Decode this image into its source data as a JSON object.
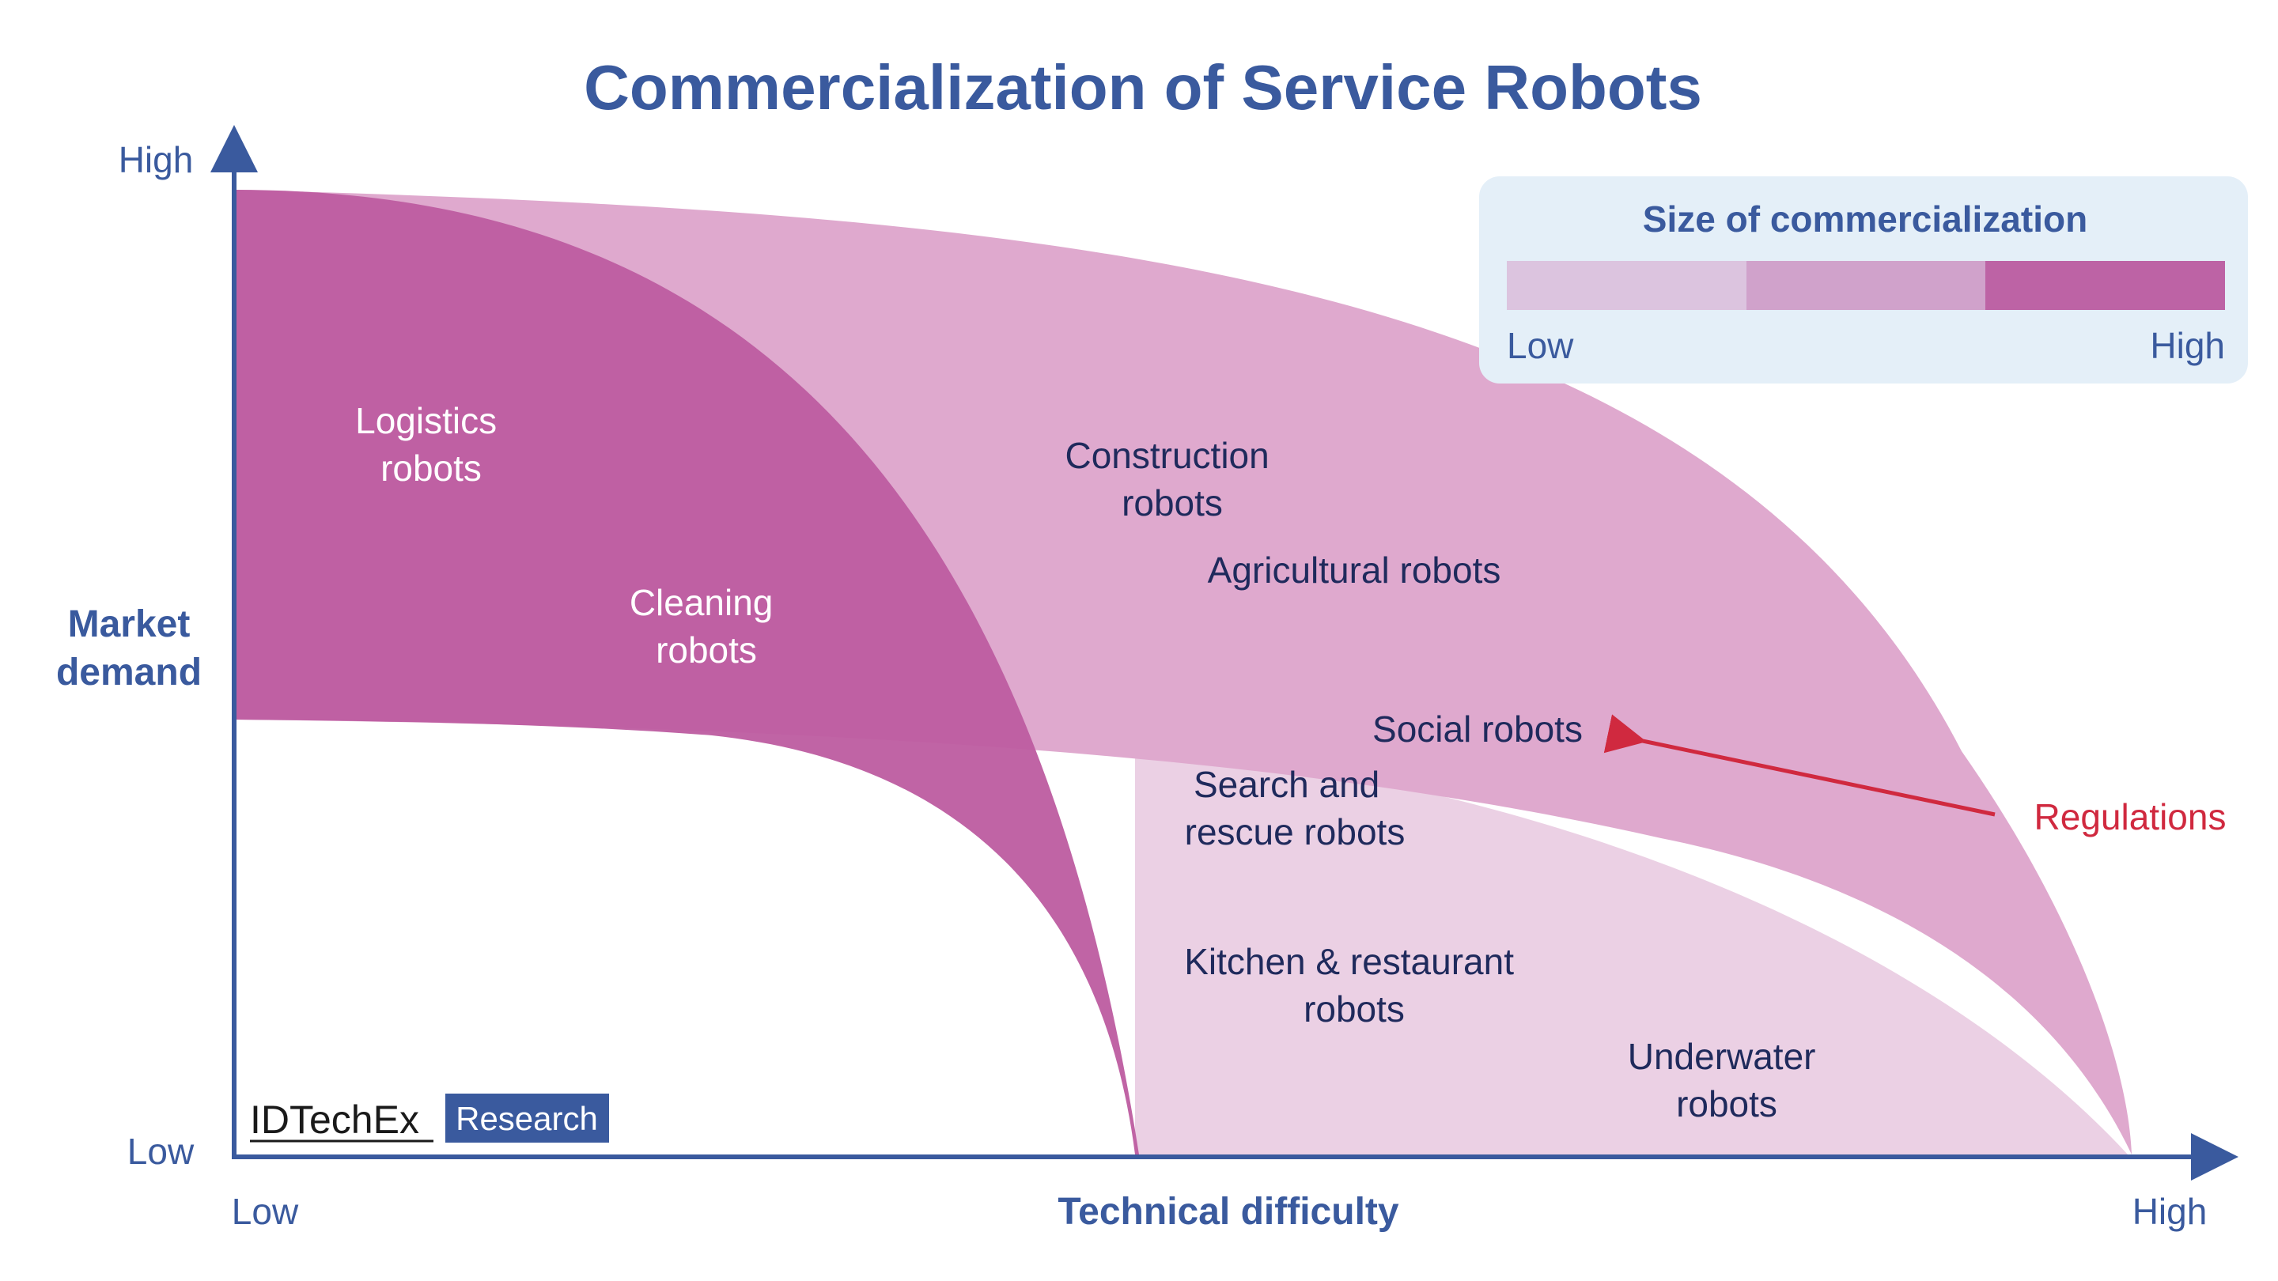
{
  "title": "Commercialization of Service Robots",
  "axes": {
    "y_label_line1": "Market",
    "y_label_line2": "demand",
    "y_high": "High",
    "y_low": "Low",
    "x_label": "Technical difficulty",
    "x_low": "Low",
    "x_high": "High"
  },
  "legend": {
    "title": "Size of commercialization",
    "low": "Low",
    "high": "High",
    "colors": [
      "#dcc4df",
      "#d0a2cb",
      "#bd63a5"
    ]
  },
  "regions": {
    "high_color": "#bd5ca0",
    "medium_color": "#dfa9ce",
    "low_color": "#ebd0e4"
  },
  "robots": {
    "logistics": [
      "Logistics",
      "robots"
    ],
    "cleaning": [
      "Cleaning",
      "robots"
    ],
    "construction": [
      "Construction",
      "robots"
    ],
    "agricultural": [
      "Agricultural robots"
    ],
    "social": [
      "Social robots"
    ],
    "search_rescue": [
      "Search and",
      "rescue robots"
    ],
    "kitchen": [
      "Kitchen & restaurant",
      "robots"
    ],
    "underwater": [
      "Underwater",
      "robots"
    ]
  },
  "annotation": {
    "label": "Regulations",
    "color": "#d0293f"
  },
  "branding": {
    "logo_word": "IDTechEx",
    "badge": "Research",
    "badge_color": "#3a5a9e"
  },
  "colors": {
    "accent_blue": "#3a5a9e",
    "legend_bg": "#e4eff8"
  }
}
